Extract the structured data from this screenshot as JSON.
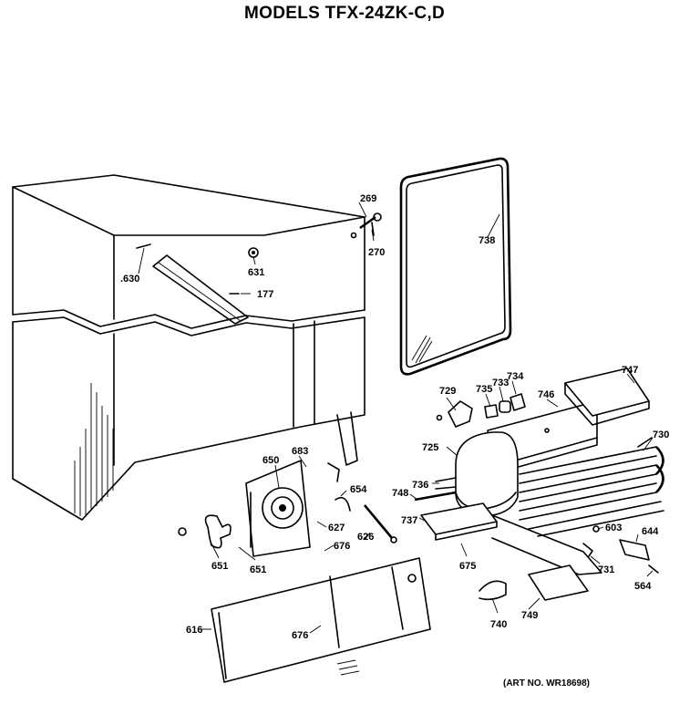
{
  "title": "MODELS TFX-24ZK-C,D",
  "art_no": "(ART NO. WR18698)",
  "callouts": [
    {
      "id": "c269",
      "text": "269"
    },
    {
      "id": "c270",
      "text": "270"
    },
    {
      "id": "c630",
      "text": ".630"
    },
    {
      "id": "c631",
      "text": "631"
    },
    {
      "id": "c177",
      "text": "177"
    },
    {
      "id": "c738",
      "text": "738"
    },
    {
      "id": "c729",
      "text": "729"
    },
    {
      "id": "c735",
      "text": "735"
    },
    {
      "id": "c733",
      "text": "733"
    },
    {
      "id": "c734",
      "text": "734"
    },
    {
      "id": "c746",
      "text": "746"
    },
    {
      "id": "c747",
      "text": "747"
    },
    {
      "id": "c730",
      "text": "730"
    },
    {
      "id": "c725",
      "text": "725"
    },
    {
      "id": "c736",
      "text": "736"
    },
    {
      "id": "c748",
      "text": "748"
    },
    {
      "id": "c737",
      "text": "737"
    },
    {
      "id": "c675",
      "text": "675"
    },
    {
      "id": "c603",
      "text": "603"
    },
    {
      "id": "c644",
      "text": "644"
    },
    {
      "id": "c731",
      "text": "731"
    },
    {
      "id": "c564",
      "text": "564"
    },
    {
      "id": "c749",
      "text": "749"
    },
    {
      "id": "c740",
      "text": "740"
    },
    {
      "id": "c650",
      "text": "650"
    },
    {
      "id": "c683",
      "text": "683"
    },
    {
      "id": "c654",
      "text": "654"
    },
    {
      "id": "c627",
      "text": "627"
    },
    {
      "id": "c626",
      "text": "626"
    },
    {
      "id": "c676a",
      "text": "676"
    },
    {
      "id": "c651a",
      "text": "651"
    },
    {
      "id": "c651b",
      "text": "651"
    },
    {
      "id": "c616",
      "text": "616"
    },
    {
      "id": "c676b",
      "text": "676"
    }
  ]
}
